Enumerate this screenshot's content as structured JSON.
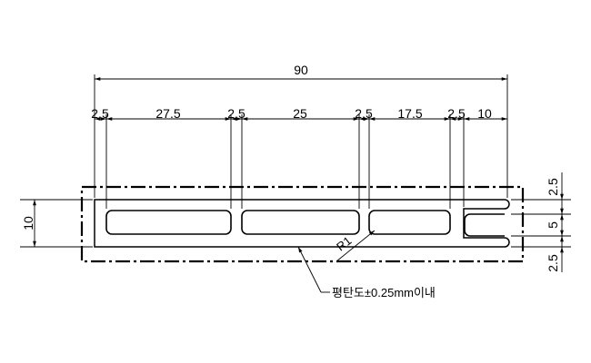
{
  "drawing": {
    "overall_length": "90",
    "horizontal_dims": [
      "2.5",
      "27.5",
      "2.5",
      "25",
      "2.5",
      "17.5",
      "2.5",
      "10"
    ],
    "left_dim": "10",
    "right_dims": [
      "2.5",
      "5",
      "2.5"
    ],
    "radius_label": "R1",
    "note": "평탄도±0.25mm이내"
  }
}
